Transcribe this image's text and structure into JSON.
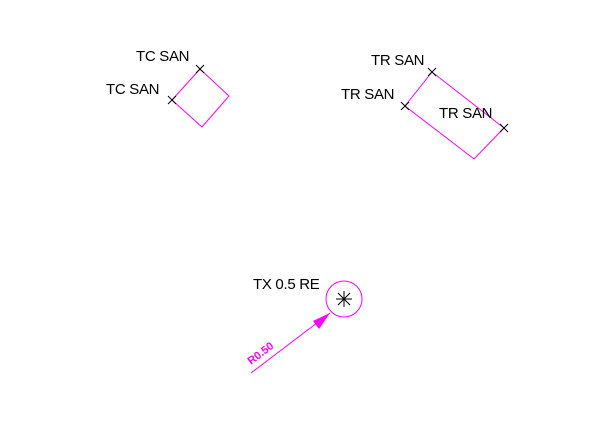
{
  "colors": {
    "background": "#ffffff",
    "geometry": "#ff00ff",
    "text": "#000000",
    "marker": "#000000"
  },
  "group_tc": {
    "label_top": "TC SAN",
    "label_left": "TC SAN"
  },
  "group_tr": {
    "label_top": "TR SAN",
    "label_left": "TR SAN",
    "label_right": "TR SAN"
  },
  "group_hole": {
    "label": "TX 0.5 RE",
    "radius_dimension": "R0.50",
    "center_marker_icon": "crosshair-icon",
    "arrowhead_icon": "arrowhead-icon"
  }
}
